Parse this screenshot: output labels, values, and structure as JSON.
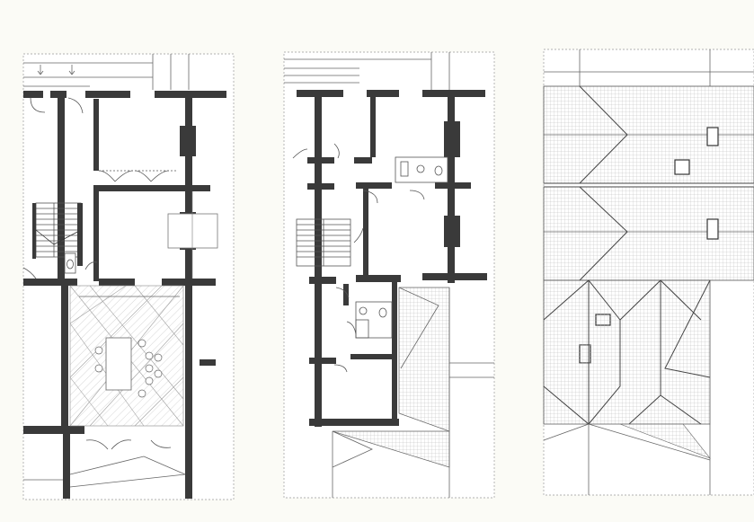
{
  "drawing": {
    "sheets": [
      {
        "id": "ground-floor"
      },
      {
        "id": "upper-floor"
      },
      {
        "id": "roof-plan"
      }
    ]
  },
  "colors": {
    "background": "#fbfbf6",
    "paper": "#ffffff",
    "wall": "#3a3a3a",
    "line": "#444444",
    "dash": "#9a9a9a",
    "roof_hatch": "#b0b0b0"
  },
  "icons": [
    "stair-icon",
    "door-swing-icon",
    "toilet-icon",
    "skylight-icon",
    "dining-table-icon"
  ]
}
